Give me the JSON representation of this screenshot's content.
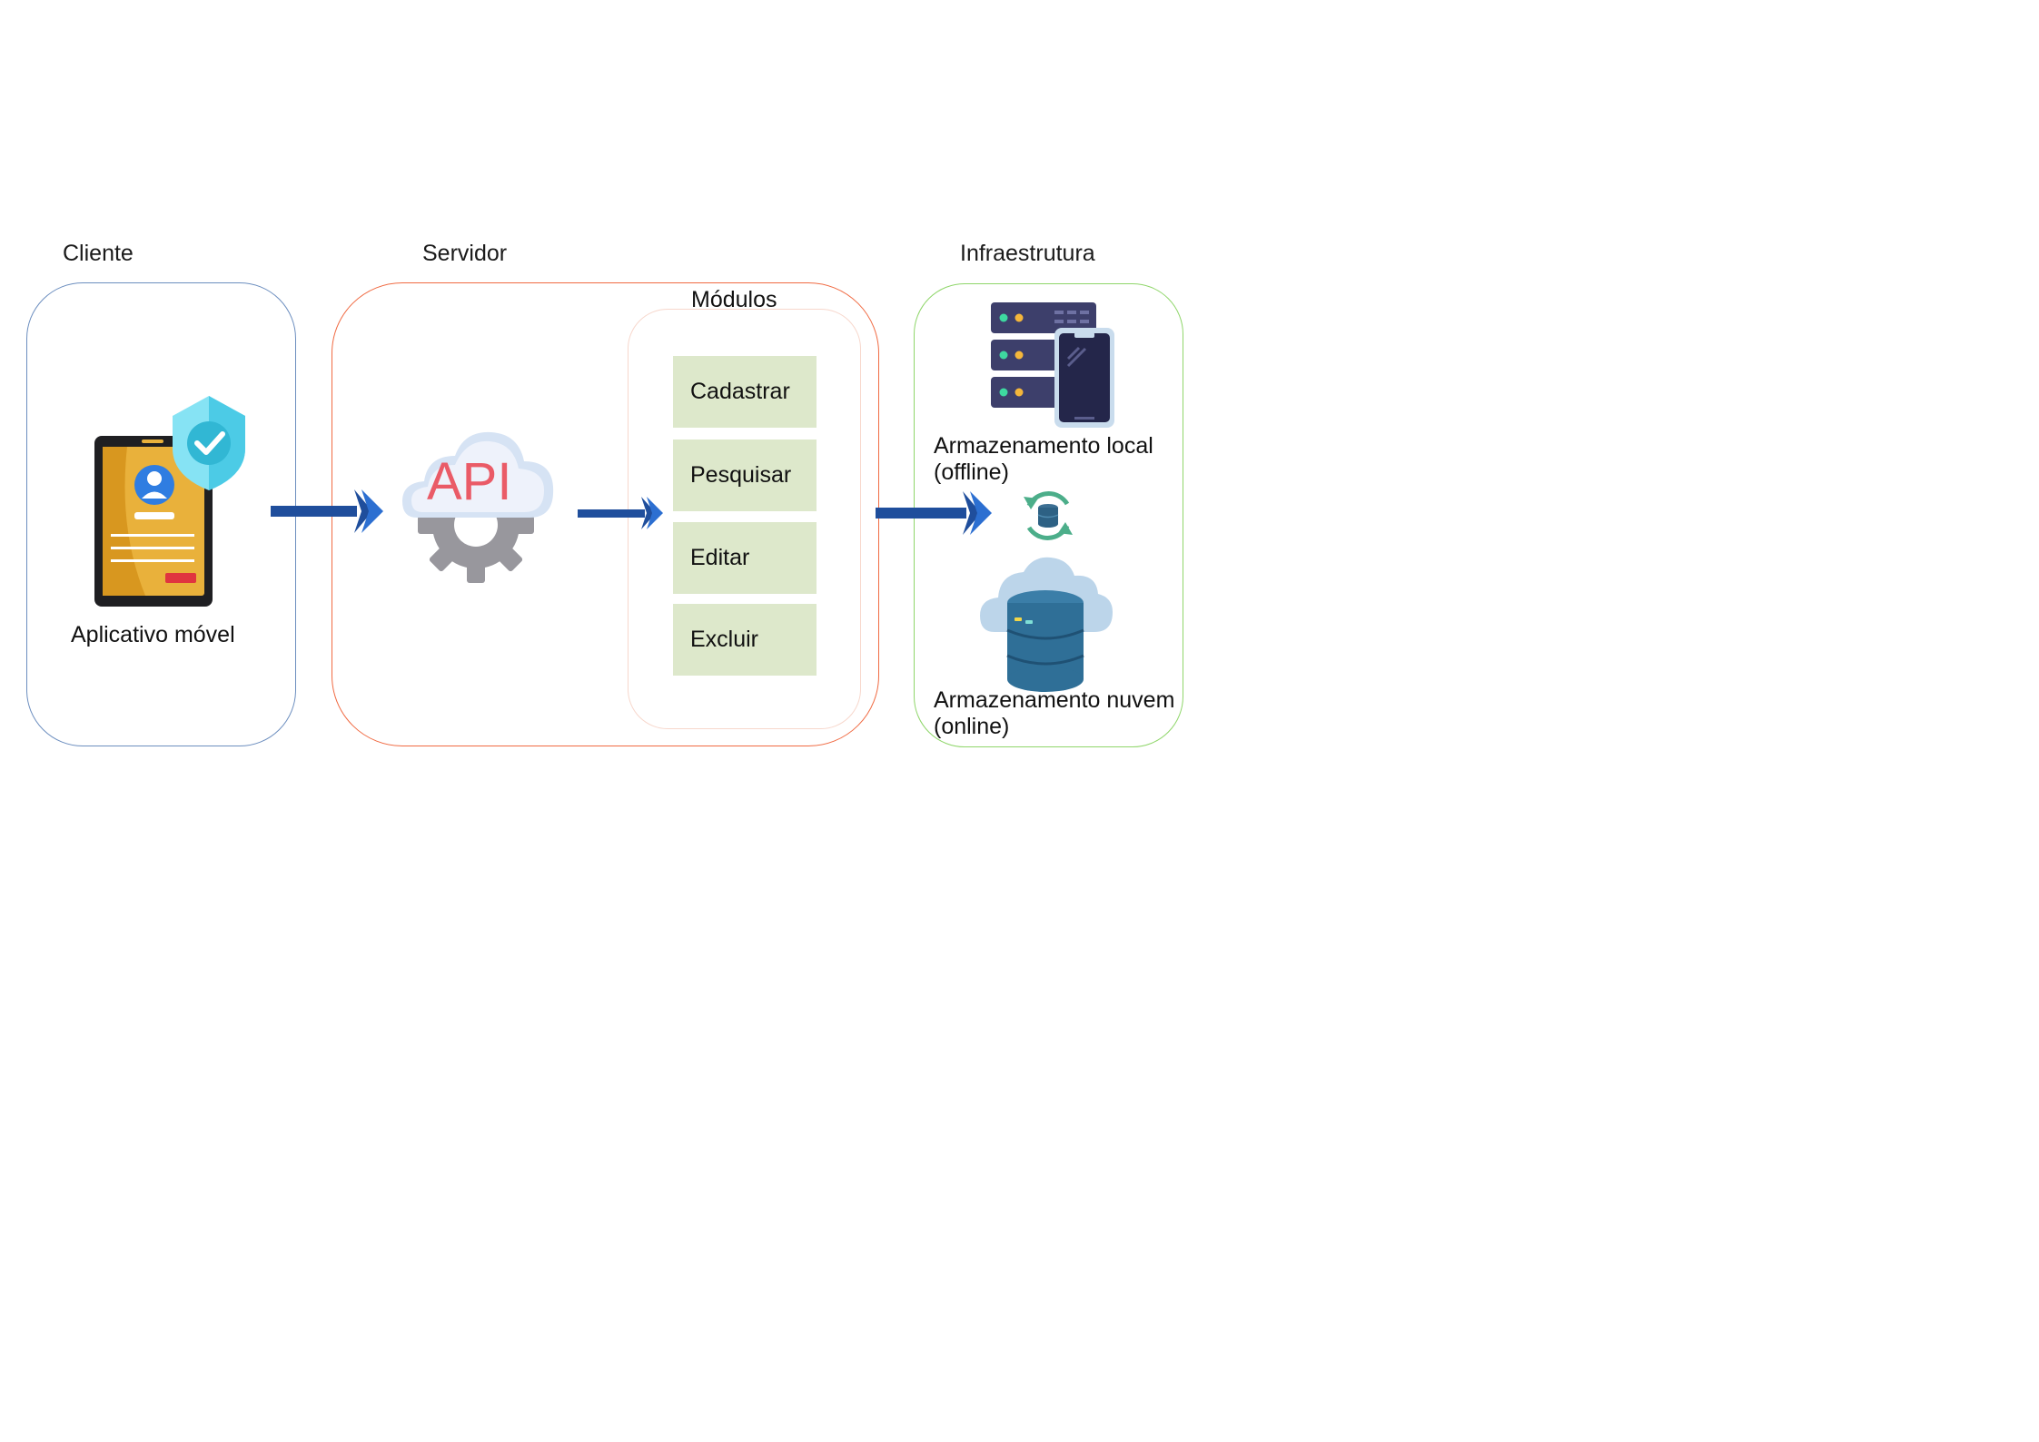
{
  "sections": {
    "client": "Cliente",
    "server": "Servidor",
    "modules": "Módulos",
    "infrastructure": "Infraestrutura"
  },
  "client": {
    "app_label": "Aplicativo móvel"
  },
  "server": {
    "api_text": "API"
  },
  "modules": [
    {
      "label": "Cadastrar"
    },
    {
      "label": "Pesquisar"
    },
    {
      "label": "Editar"
    },
    {
      "label": "Excluir"
    }
  ],
  "infrastructure": {
    "local_storage": {
      "line1": "Armazenamento local",
      "line2": "(offline)"
    },
    "cloud_storage": {
      "line1": "Armazenamento nuvem",
      "line2": "(online)"
    }
  },
  "icons": {
    "client": "mobile-app-security-icon",
    "server": "api-cloud-gear-icon",
    "local": "server-phone-icon",
    "sync": "database-sync-icon",
    "cloud": "cloud-database-icon",
    "arrows": "arrow-right-icon"
  },
  "colors": {
    "client_border": "#6c8ebf",
    "server_border": "#f06a42",
    "modules_border": "#f7d7cc",
    "infra_border": "#8fd66a",
    "module_fill": "#dde8cb",
    "arrow": "#1f4e9c"
  }
}
